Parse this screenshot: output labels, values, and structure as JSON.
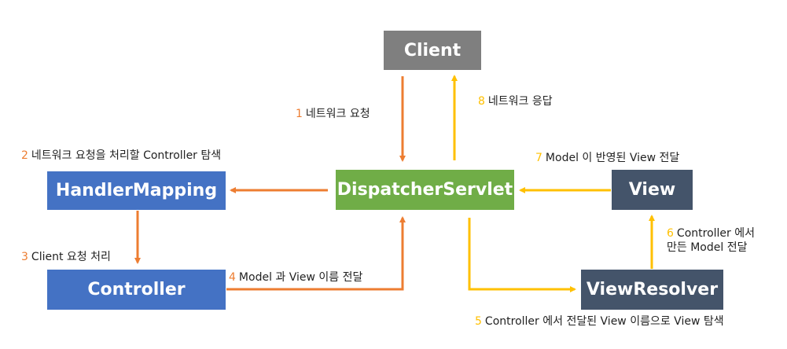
{
  "colors": {
    "client_fill": "#7f7f7f",
    "dispatcher_fill": "#70ad47",
    "blue_fill": "#4472c4",
    "dark_fill": "#44546a",
    "orange": "#ed7d31",
    "yellow": "#ffc000"
  },
  "nodes": {
    "client": "Client",
    "dispatcher": "DispatcherServlet",
    "handler": "HandlerMapping",
    "controller": "Controller",
    "view": "View",
    "resolver": "ViewResolver"
  },
  "steps": {
    "s1": {
      "num": "1",
      "text": "네트워크 요청"
    },
    "s2": {
      "num": "2",
      "text": "네트워크 요청을 처리할 Controller 탐색"
    },
    "s3": {
      "num": "3",
      "text": "Client 요청 처리"
    },
    "s4": {
      "num": "4",
      "text": "Model 과 View 이름 전달"
    },
    "s5": {
      "num": "5",
      "text": "Controller 에서 전달된 View 이름으로 View 탐색"
    },
    "s6": {
      "num": "6",
      "text": "Controller 에서",
      "text2": "만든 Model 전달"
    },
    "s7": {
      "num": "7",
      "text": "Model 이 반영된 View 전달"
    },
    "s8": {
      "num": "8",
      "text": "네트워크 응답"
    }
  }
}
